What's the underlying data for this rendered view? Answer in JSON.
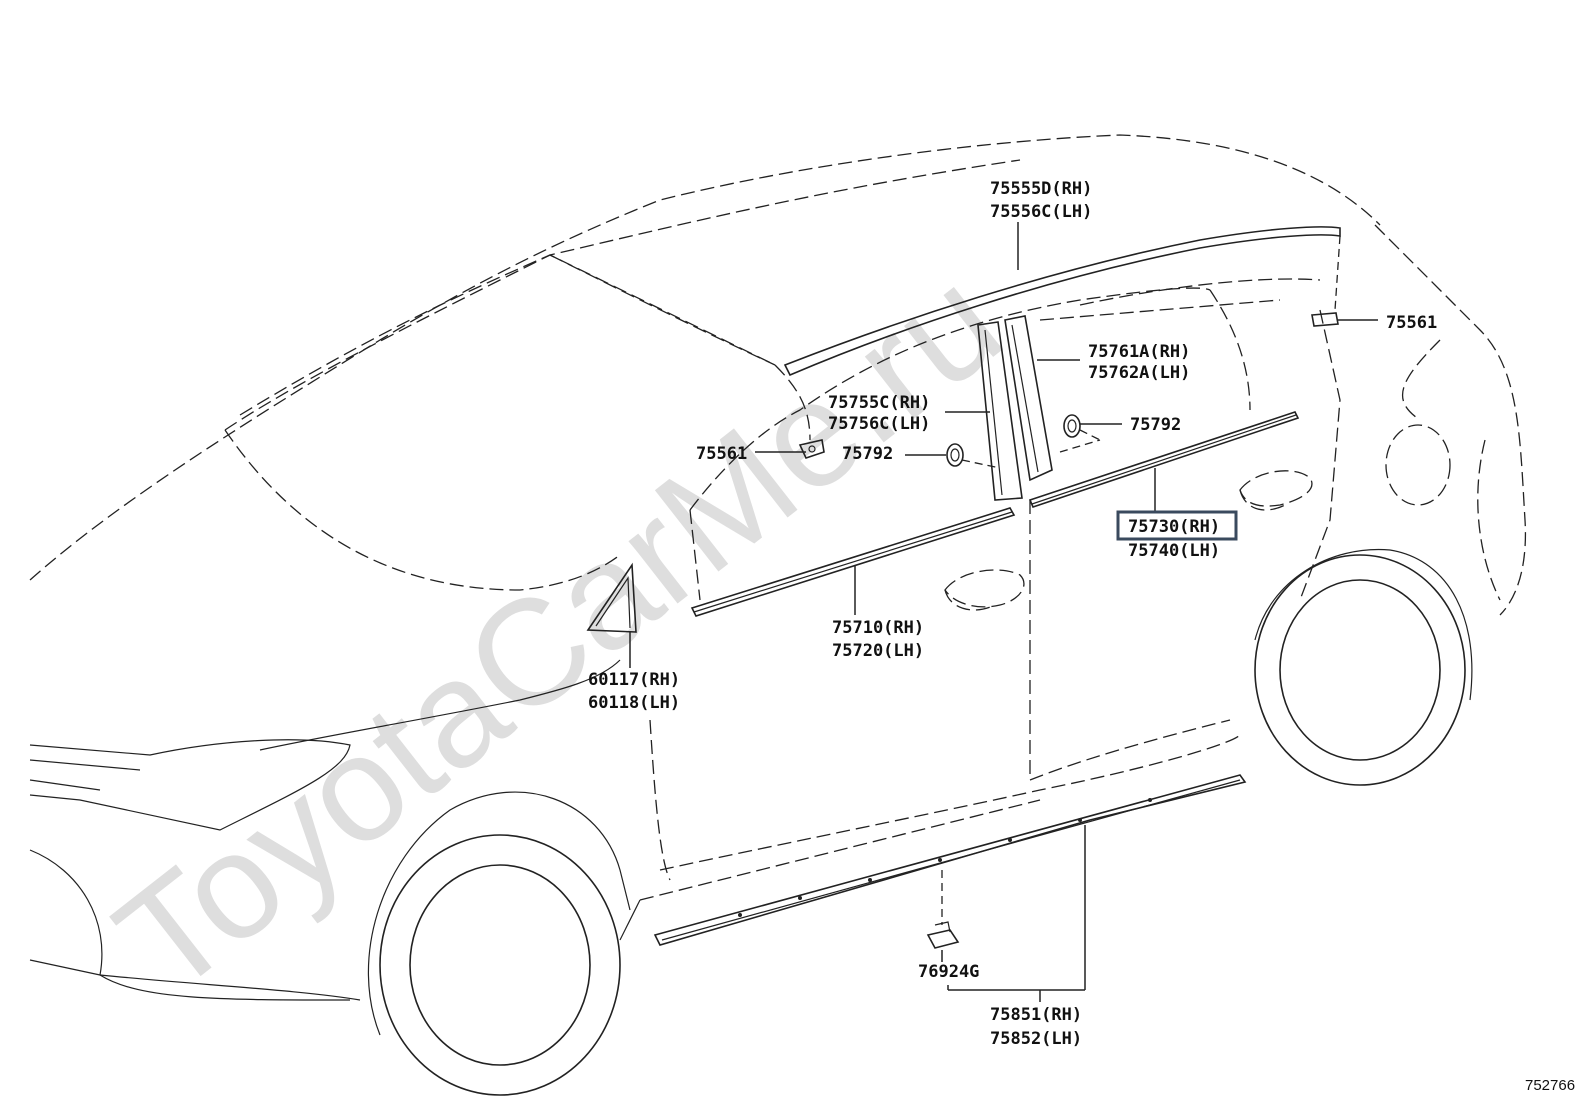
{
  "watermark": "ToyotaCarMe.ru",
  "figure_number": "752766",
  "labels": {
    "l_75555D": "75555D(RH)",
    "l_75556C": "75556C(LH)",
    "l_75561_right": "75561",
    "l_75761A": "75761A(RH)",
    "l_75762A": "75762A(LH)",
    "l_75755C": "75755C(RH)",
    "l_75756C": "75756C(LH)",
    "l_75792_right": "75792",
    "l_75561_left": "75561",
    "l_75792_left": "75792",
    "l_75730": "75730(RH)",
    "l_75740": "75740(LH)",
    "l_75710": "75710(RH)",
    "l_75720": "75720(LH)",
    "l_60117": "60117(RH)",
    "l_60118": "60118(LH)",
    "l_76924G": "76924G",
    "l_75851": "75851(RH)",
    "l_75852": "75852(LH)"
  },
  "highlighted_part": "75730(RH)"
}
